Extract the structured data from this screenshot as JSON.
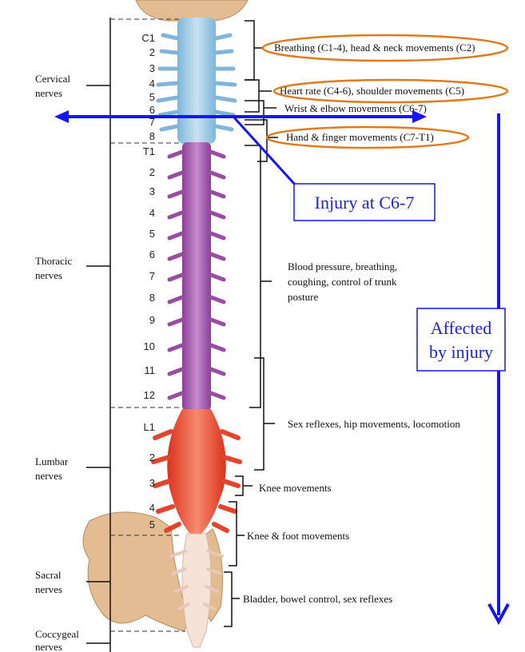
{
  "regions": {
    "cervical": [
      "Cervical",
      "nerves"
    ],
    "thoracic": [
      "Thoracic",
      "nerves"
    ],
    "lumbar": [
      "Lumbar",
      "nerves"
    ],
    "sacral": [
      "Sacral",
      "nerves"
    ],
    "coccygeal": [
      "Coccygeal",
      "nerves"
    ]
  },
  "vertebrae": {
    "cervical": [
      "C1",
      "2",
      "3",
      "4",
      "5",
      "6",
      "7",
      "8"
    ],
    "thoracic": [
      "T1",
      "2",
      "3",
      "4",
      "5",
      "6",
      "7",
      "8",
      "9",
      "10",
      "11",
      "12"
    ],
    "lumbar": [
      "L1",
      "2",
      "3",
      "4",
      "5"
    ]
  },
  "functions": {
    "breathing": "Breathing (C1-4), head & neck movements (C2)",
    "heart_rate": "Heart rate (C4-6), shoulder movements (C5)",
    "wrist": "Wrist & elbow movements (C6-7)",
    "hand": "Hand & finger movements (C7-T1)",
    "blood_pressure": [
      "Blood pressure, breathing,",
      "coughing, control of trunk",
      "posture"
    ],
    "sex_reflexes": "Sex reflexes, hip movements, locomotion",
    "knee": "Knee movements",
    "knee_foot": "Knee & foot movements",
    "bladder": "Bladder, bowel control, sex reflexes"
  },
  "callouts": {
    "injury": "Injury at C6-7",
    "affected": [
      "Affected",
      "by injury"
    ]
  },
  "colors": {
    "cervical": "#9cc9e4",
    "thoracic": "#a05aa6",
    "lumbar": "#e8442a",
    "sacral": "#f4dcd0",
    "bone": "#e3bc93",
    "arrow": "#1414ff",
    "highlight": "#e07a1a"
  }
}
